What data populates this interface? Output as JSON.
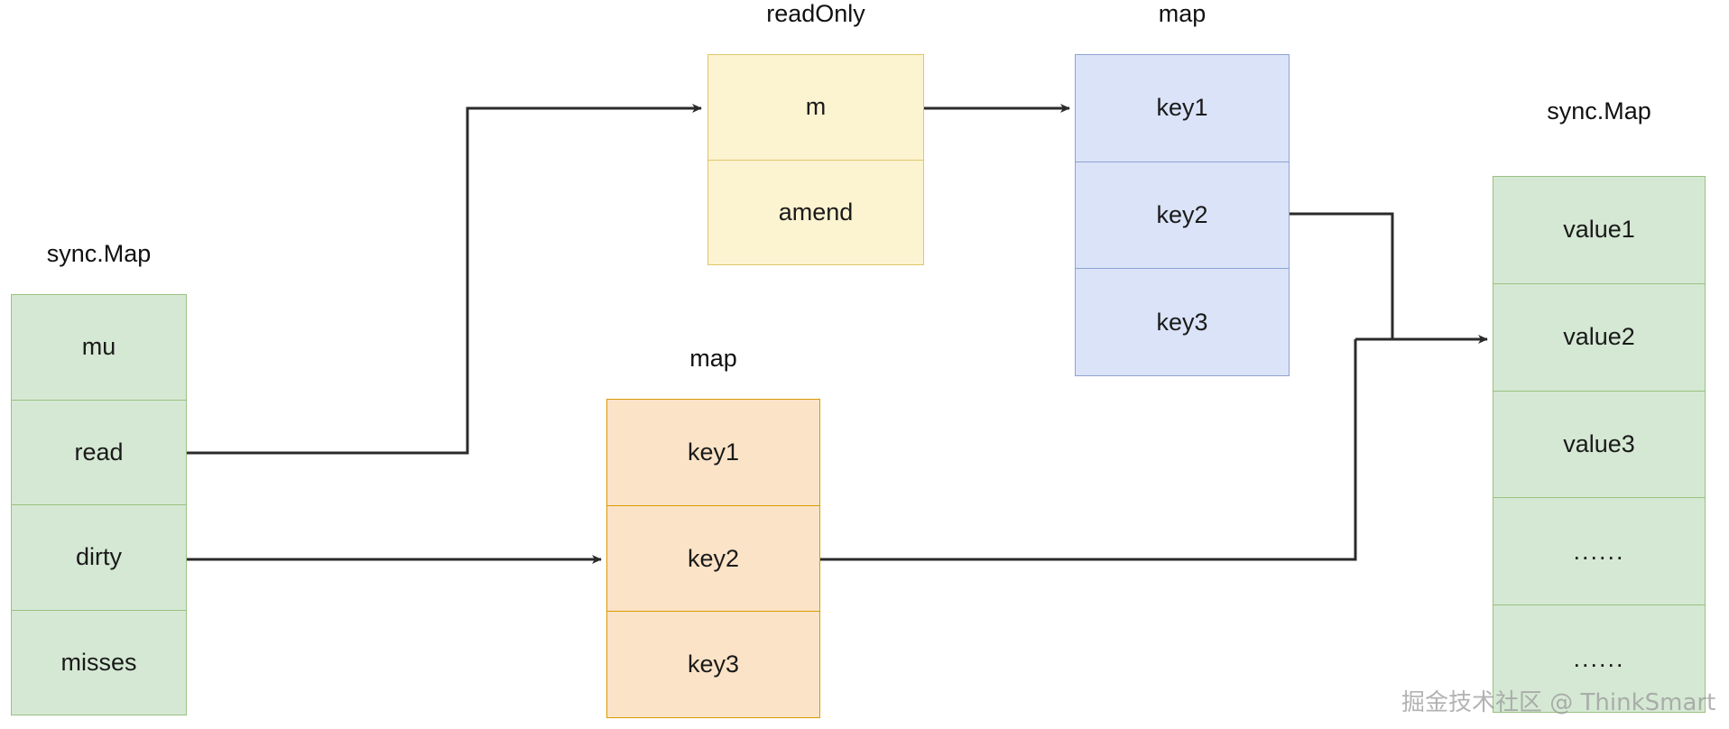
{
  "diagram": {
    "title_left": "sync.Map",
    "title_readonly": "readOnly",
    "title_map_blue": "map",
    "title_map_orange": "map",
    "title_right": "sync.Map",
    "watermark": "掘金技术社区 @ ThinkSmart"
  },
  "colors": {
    "green_fill": "#d5e8d4",
    "green_stroke": "#9ac27f",
    "yellow_fill": "#fcf3d0",
    "yellow_stroke": "#dcc76a",
    "blue_fill": "#dae3f7",
    "blue_stroke": "#8da4d4",
    "orange_fill": "#fbe3c7",
    "orange_stroke": "#d79b00",
    "wire": "#2b2b2b"
  },
  "sync_map_struct": {
    "label": "sync.Map",
    "fields": [
      {
        "name": "mu"
      },
      {
        "name": "read"
      },
      {
        "name": "dirty"
      },
      {
        "name": "misses"
      }
    ]
  },
  "read_only_struct": {
    "label": "readOnly",
    "fields": [
      {
        "name": "m"
      },
      {
        "name": "amend"
      }
    ]
  },
  "read_map": {
    "label": "map",
    "keys": [
      {
        "name": "key1"
      },
      {
        "name": "key2"
      },
      {
        "name": "key3"
      }
    ]
  },
  "dirty_map": {
    "label": "map",
    "keys": [
      {
        "name": "key1"
      },
      {
        "name": "key2"
      },
      {
        "name": "key3"
      }
    ]
  },
  "values_struct": {
    "label": "sync.Map",
    "entries": [
      {
        "name": "value1"
      },
      {
        "name": "value2"
      },
      {
        "name": "value3"
      },
      {
        "name": "......"
      },
      {
        "name": "......"
      }
    ]
  }
}
